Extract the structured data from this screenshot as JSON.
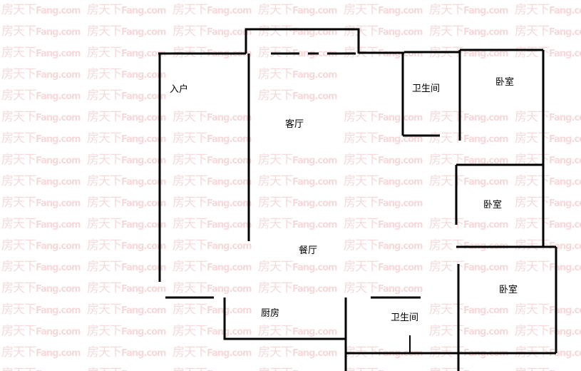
{
  "watermark": {
    "cn": "房天下",
    "latin": "Fang.com",
    "color": "#f6d9d9"
  },
  "rooms": {
    "entrance": "入户",
    "living_room": "客厅",
    "bathroom_top": "卫生间",
    "bedroom_top": "卧室",
    "bedroom_middle": "卧室",
    "dining_room": "餐厅",
    "bedroom_bottom": "卧室",
    "kitchen": "厨房",
    "bathroom_bottom": "卫生间"
  },
  "wall_color": "#000000"
}
